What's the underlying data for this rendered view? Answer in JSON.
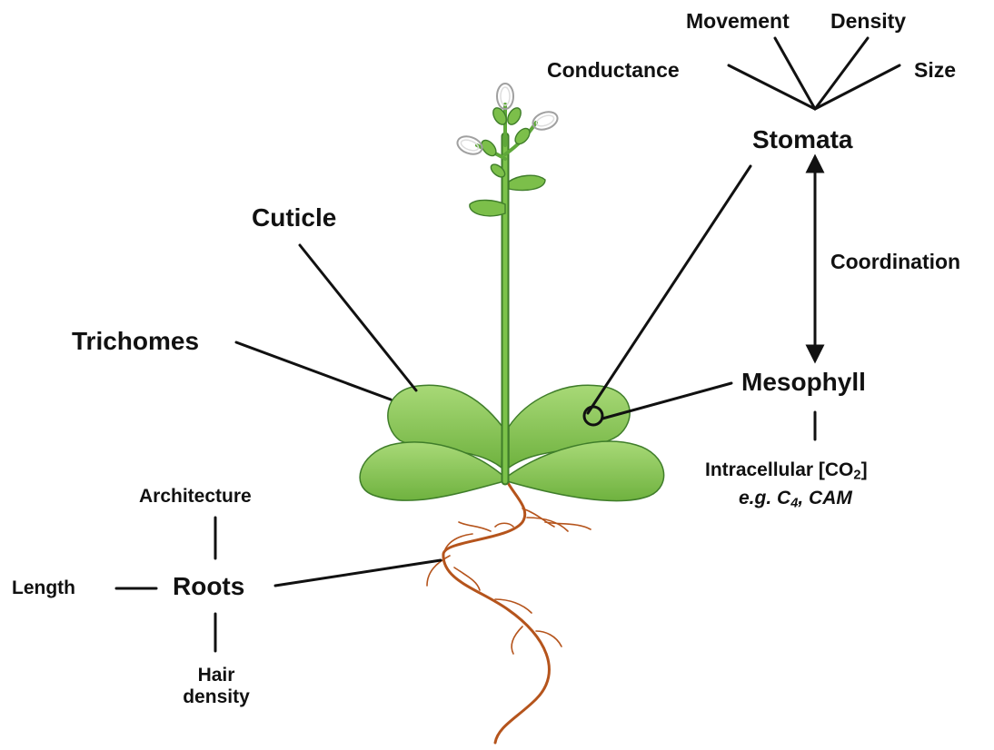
{
  "labels": {
    "movement": "Movement",
    "density": "Density",
    "conductance": "Conductance",
    "size": "Size",
    "stomata": "Stomata",
    "cuticle": "Cuticle",
    "coordination": "Coordination",
    "trichomes": "Trichomes",
    "mesophyll": "Mesophyll",
    "intracellular_prefix": "Intracellular [CO",
    "intracellular_sub": "2",
    "intracellular_suffix": "]",
    "eg_prefix": "e.g. C",
    "eg_sub": "4",
    "eg_suffix": ", CAM",
    "architecture": "Architecture",
    "length": "Length",
    "roots": "Roots",
    "hair_line1": "Hair",
    "hair_line2": "density"
  },
  "colors": {
    "leaf_fill": "#7cbf4a",
    "leaf_light": "#a8d977",
    "leaf_stroke": "#3f7d2a",
    "stem": "#5fa83a",
    "root": "#b5541c",
    "line": "#111111",
    "flower": "#a0a0a0"
  }
}
